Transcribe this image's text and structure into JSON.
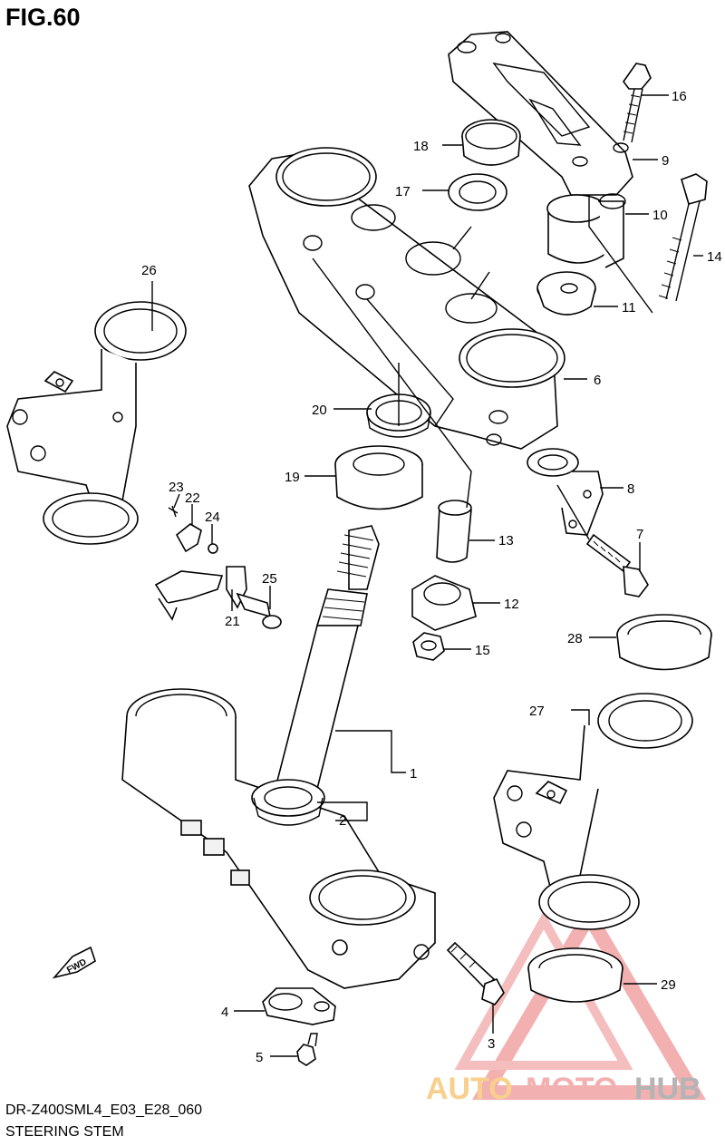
{
  "figure": {
    "title": "FIG.60"
  },
  "footer": {
    "model_code": "DR-Z400SML4_E03_E28_060",
    "section_name": "STEERING STEM"
  },
  "watermark": {
    "text_auto": "AUTO",
    "text_moto": "MOTO",
    "text_hub": "HUB",
    "color_primary": "#f2a3a3",
    "color_accent": "#f7c77a",
    "color_hub": "#a7a7a7"
  },
  "fwd_marker": {
    "label": "FWD"
  },
  "parts": [
    {
      "id": "p1",
      "number": "1"
    },
    {
      "id": "p2",
      "number": "2"
    },
    {
      "id": "p3",
      "number": "3"
    },
    {
      "id": "p4",
      "number": "4"
    },
    {
      "id": "p5",
      "number": "5"
    },
    {
      "id": "p6",
      "number": "6"
    },
    {
      "id": "p7",
      "number": "7"
    },
    {
      "id": "p8",
      "number": "8"
    },
    {
      "id": "p9",
      "number": "9"
    },
    {
      "id": "p10",
      "number": "10"
    },
    {
      "id": "p11",
      "number": "11"
    },
    {
      "id": "p12",
      "number": "12"
    },
    {
      "id": "p13",
      "number": "13"
    },
    {
      "id": "p14",
      "number": "14"
    },
    {
      "id": "p15",
      "number": "15"
    },
    {
      "id": "p16",
      "number": "16"
    },
    {
      "id": "p17",
      "number": "17"
    },
    {
      "id": "p18",
      "number": "18"
    },
    {
      "id": "p19",
      "number": "19"
    },
    {
      "id": "p20",
      "number": "20"
    },
    {
      "id": "p21",
      "number": "21"
    },
    {
      "id": "p22",
      "number": "22"
    },
    {
      "id": "p23",
      "number": "23"
    },
    {
      "id": "p24",
      "number": "24"
    },
    {
      "id": "p25",
      "number": "25"
    },
    {
      "id": "p26",
      "number": "26"
    },
    {
      "id": "p27",
      "number": "27"
    },
    {
      "id": "p28",
      "number": "28"
    },
    {
      "id": "p29",
      "number": "29"
    }
  ]
}
